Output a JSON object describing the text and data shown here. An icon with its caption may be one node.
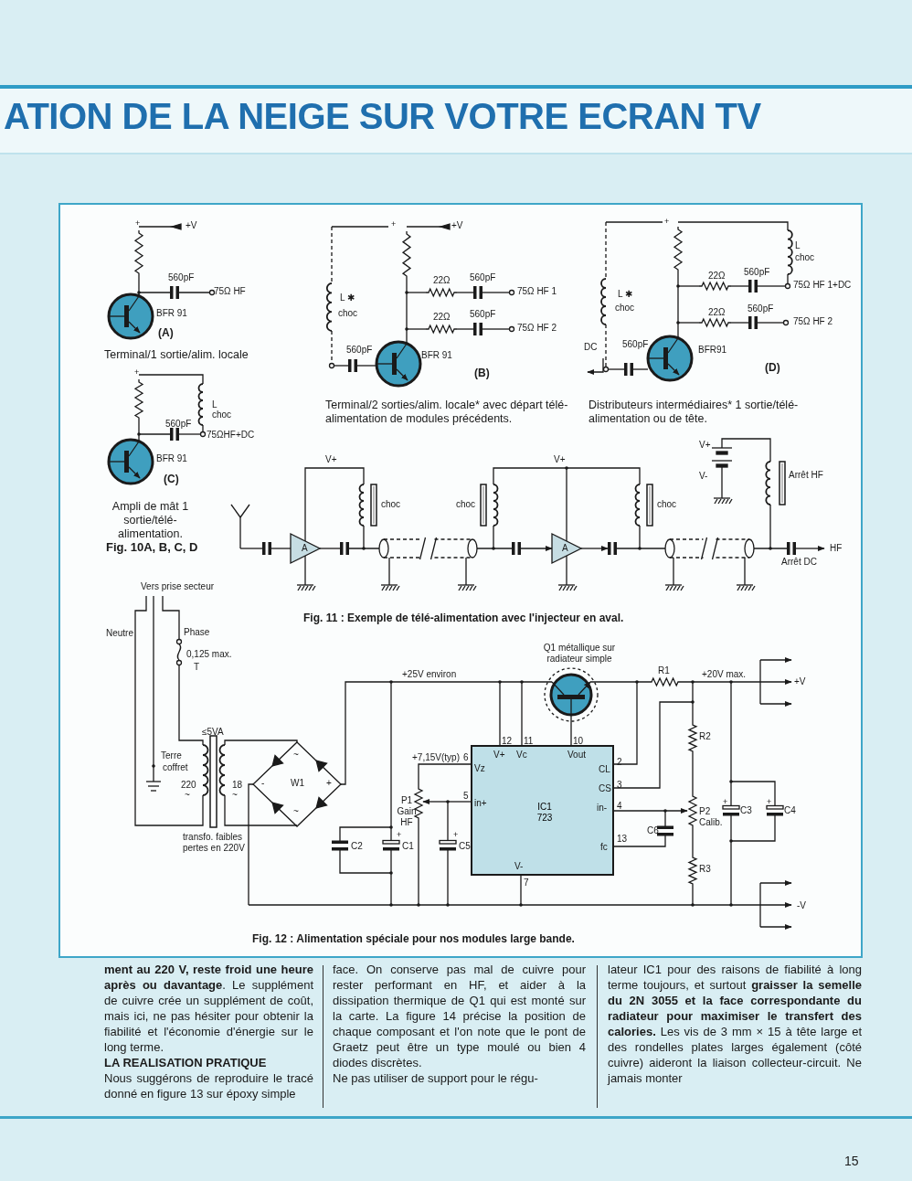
{
  "diagram": {
    "title": "ATION DE LA NEIGE SUR VOTRE ECRAN TV",
    "nodes": [
      {
        "text": [
          "IC1 723"
        ]
      }
    ],
    "labels": [
      "+",
      "+V",
      "560pF",
      "75Ω HF",
      "BFR 91",
      "(A)",
      "Terminal/1 sortie/alim. locale",
      "+",
      "+V",
      "L ✱",
      "choc",
      "22Ω",
      "560pF",
      "75Ω HF 1",
      "22Ω",
      "560pF",
      "75Ω HF 2",
      "560pF",
      "BFR 91",
      "(B)",
      "Terminal/2 sorties/alim. locale* avec départ télé-alimentation de modules précédents.",
      "+",
      "L",
      "choc",
      "L ✱",
      "choc",
      "22Ω",
      "560pF",
      "75Ω HF 1+DC",
      "22Ω",
      "560pF",
      "75Ω HF 2",
      "DC",
      "560pF",
      "BFR91",
      "(D)",
      "Distributeurs intermédiaires* 1 sortie/télé-alimentation ou de tête.",
      "+",
      "L",
      "choc",
      "560pF",
      "75ΩHF+DC",
      "BFR 91",
      "(C)",
      "Ampli de mât 1 sortie/télé-alimentation.",
      "Fig. 10A, B, C, D",
      "V+",
      "choc",
      "A",
      "choc",
      "V+",
      "A",
      "choc",
      "V+",
      "V-",
      "Arrêt HF",
      "HF",
      "Arrêt DC",
      "Fig. 11 : Exemple de télé-alimentation avec l'injecteur en aval.",
      "Vers prise secteur",
      "Neutre",
      "Phase",
      "0,125 max.",
      "T",
      "≤5VA",
      "Terre",
      "coffret",
      "220",
      "~",
      "18",
      "~",
      "~",
      "-",
      "W1",
      "+",
      "~",
      "transfo. faibles pertes en 220V",
      "+25V environ",
      "Q1 métallique sur radiateur simple",
      "R1",
      "+20V max.",
      "+V",
      "12",
      "11",
      "10",
      "+7,15V(typ)",
      "6",
      "V+",
      "Vc",
      "Vout",
      "Vz",
      "5",
      "in+",
      "CL",
      "2",
      "CS",
      "3",
      "in-",
      "4",
      "fc",
      "13",
      "V-",
      "7",
      "P1 Gain HF",
      "R2",
      "P2 Calib.",
      "C2",
      "+",
      "C1",
      "+",
      "C5",
      "C6",
      "+",
      "C3",
      "+",
      "C4",
      "R3",
      "-V",
      "Fig. 12 : Alimentation spéciale pour nos modules large bande.",
      "**ment au 220 V, reste froid une heure après ou davantage**. Le supplément de cuivre crée un supplément de coût, mais ici, ne pas hésiter pour obtenir la fiabilité et l'économie d'énergie sur le long terme.",
      "LA REALISATION PRATIQUE",
      "Nous suggérons de reproduire le tracé donné en figure 13 sur époxy simple",
      "face. On conserve pas mal de cuivre pour rester performant en HF, et aider à la dissipation thermique de Q1 qui est monté sur la carte. La figure 14 précise la position de chaque composant et l'on note que le pont de Graetz peut être un type moulé ou bien 4 diodes discrètes.",
      "Ne pas utiliser de support pour le régu-",
      "lateur IC1 pour des raisons de fiabilité à long terme toujours, et surtout **graisser la semelle du 2N 3055 et la face correspondante du radiateur pour maximiser le transfert des calories.** Les vis de 3 mm × 15 à tête large et des rondelles plates larges également (côté cuivre) aideront la liaison collecteur-circuit. Ne jamais monter",
      "15"
    ]
  }
}
